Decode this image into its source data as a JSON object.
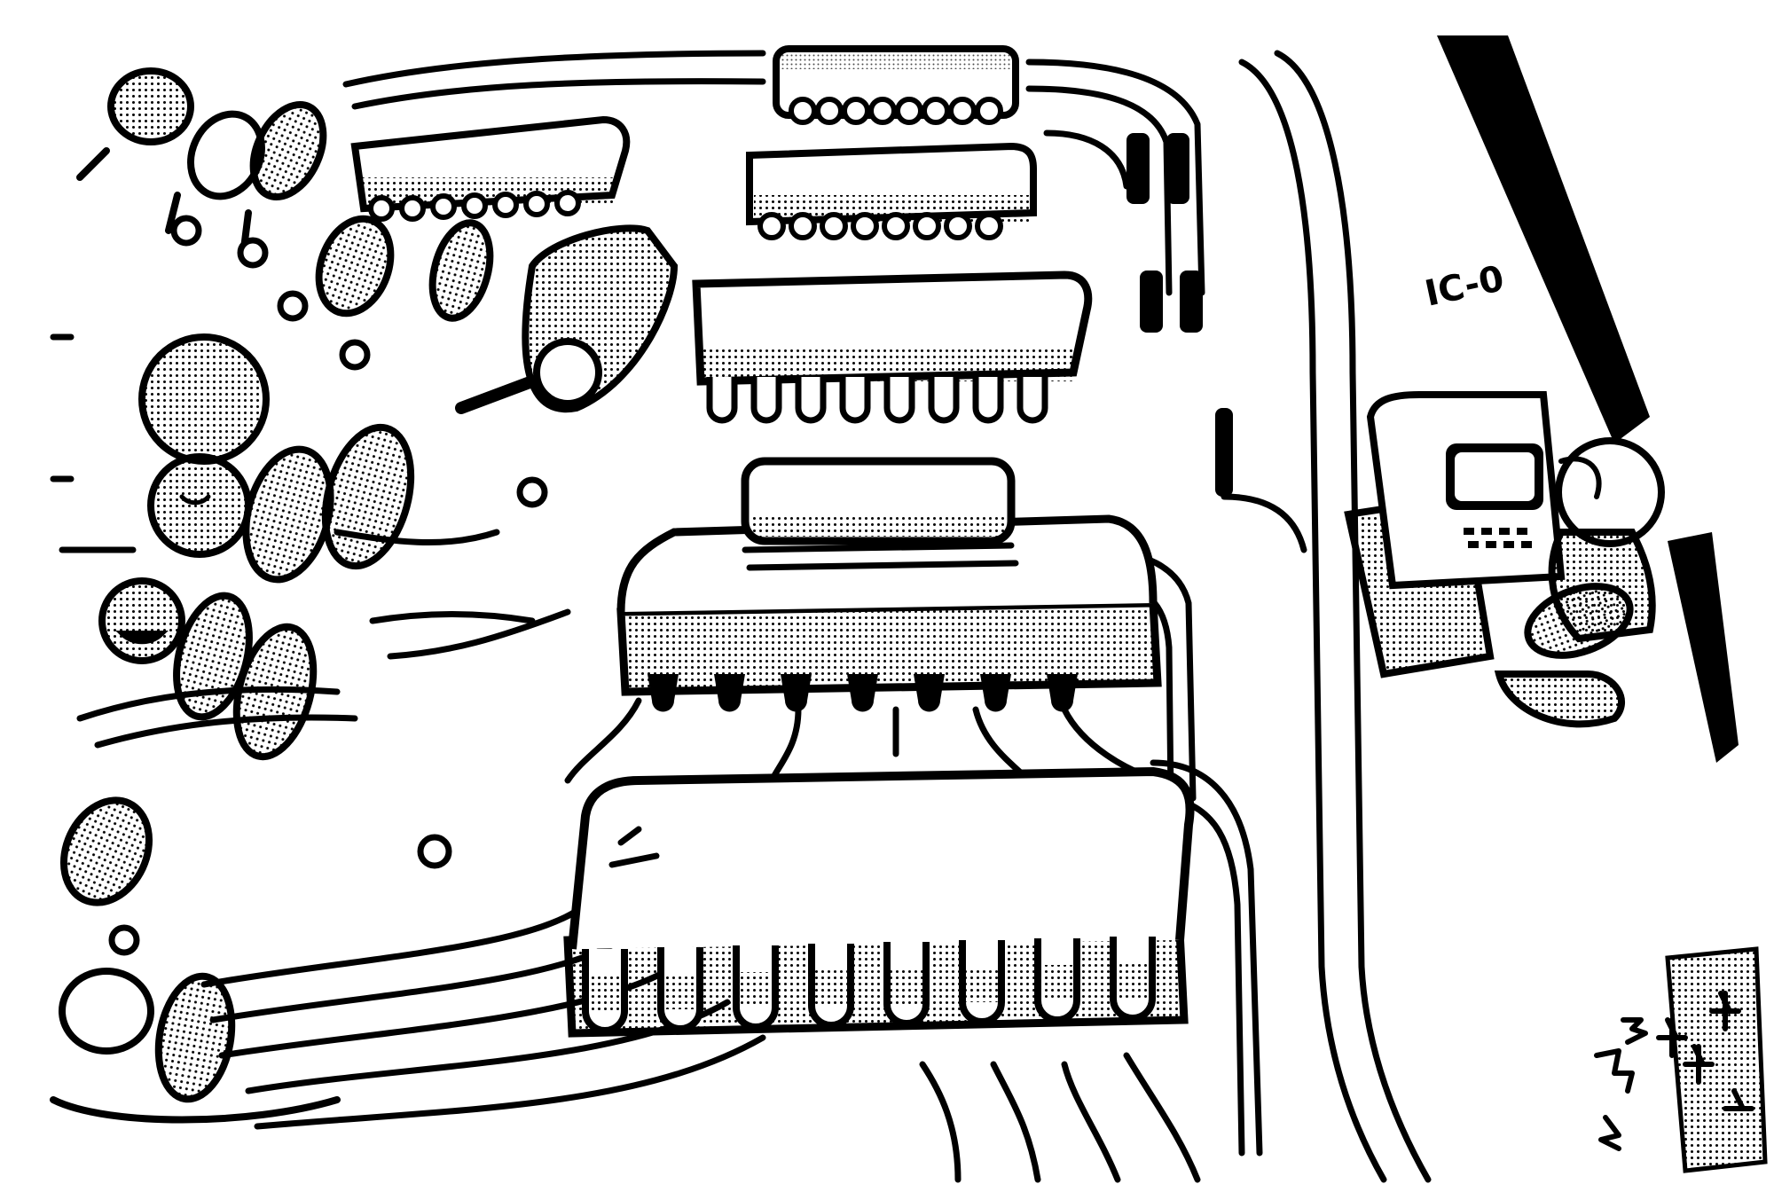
{
  "labels": {
    "chip_marking": "IC-0"
  },
  "colors": {
    "ink": "#000000",
    "paper": "#ffffff",
    "screentone": "#8a8a8a"
  },
  "style": "black-and-white cartoon line art with halftone dot shading",
  "subjects": [
    "printed-circuit-board",
    "integrated-circuit-chips",
    "resistor-characters",
    "tiny-person-at-computer-terminal"
  ]
}
